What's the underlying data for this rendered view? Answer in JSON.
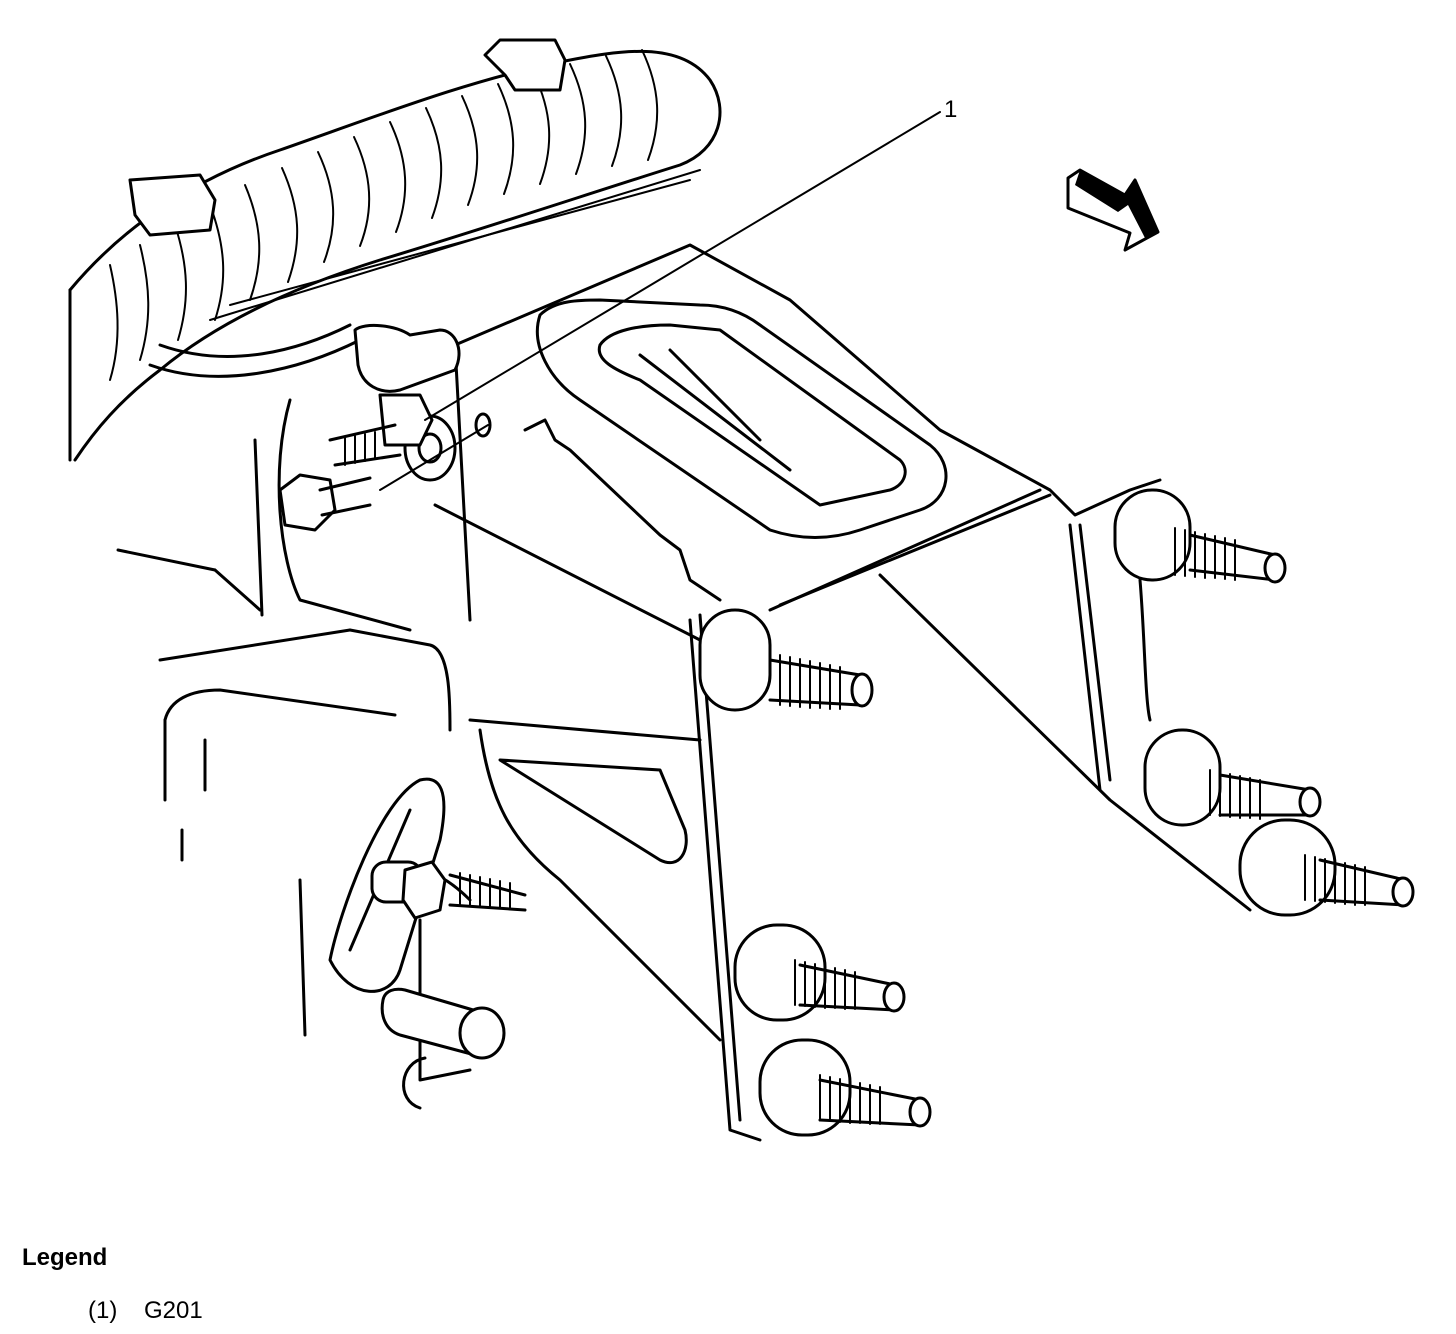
{
  "diagram": {
    "callout_number": "1",
    "direction_arrow": "front-arrow-icon"
  },
  "legend": {
    "title": "Legend",
    "items": [
      {
        "number": "(1)",
        "label": "G201"
      }
    ]
  }
}
